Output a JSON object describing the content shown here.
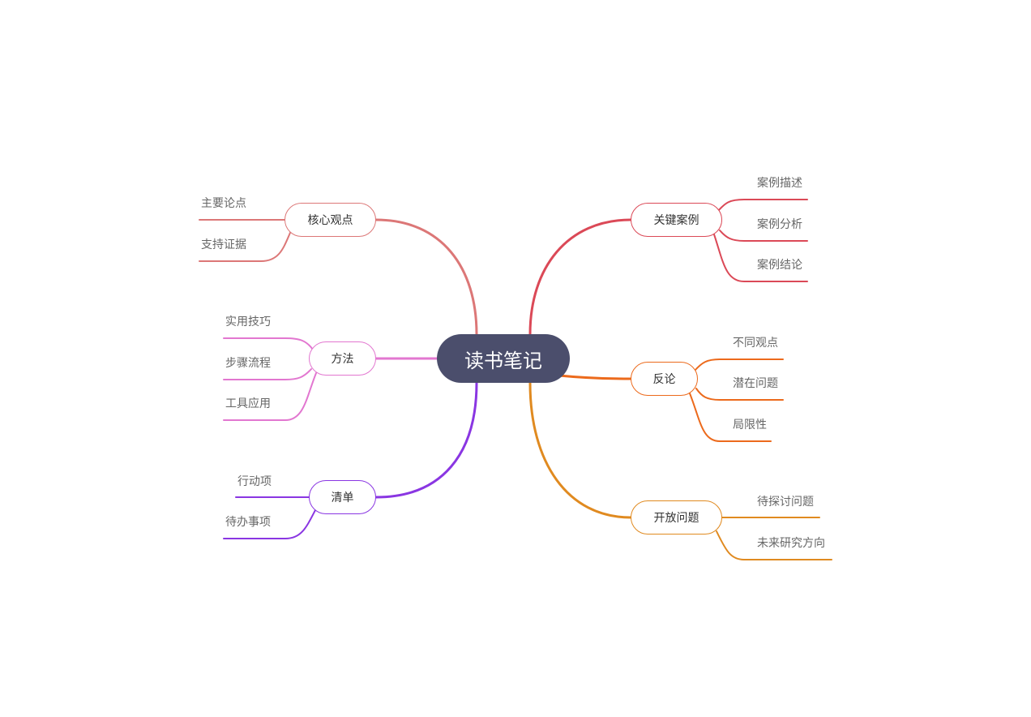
{
  "center": {
    "label": "读书笔记"
  },
  "branches": [
    {
      "label": "核心观点",
      "color": "#dc7777",
      "leaves": [
        "主要论点",
        "支持证据"
      ]
    },
    {
      "label": "方法",
      "color": "#e277d0",
      "leaves": [
        "实用技巧",
        "步骤流程",
        "工具应用"
      ]
    },
    {
      "label": "清单",
      "color": "#8a36e2",
      "leaves": [
        "行动项",
        "待办事项"
      ]
    },
    {
      "label": "关键案例",
      "color": "#db4957",
      "leaves": [
        "案例描述",
        "案例分析",
        "案例结论"
      ]
    },
    {
      "label": "反论",
      "color": "#ec6a1c",
      "leaves": [
        "不同观点",
        "潜在问题",
        "局限性"
      ]
    },
    {
      "label": "开放问题",
      "color": "#e08a20",
      "leaves": [
        "待探讨问题",
        "未来研究方向"
      ]
    }
  ]
}
